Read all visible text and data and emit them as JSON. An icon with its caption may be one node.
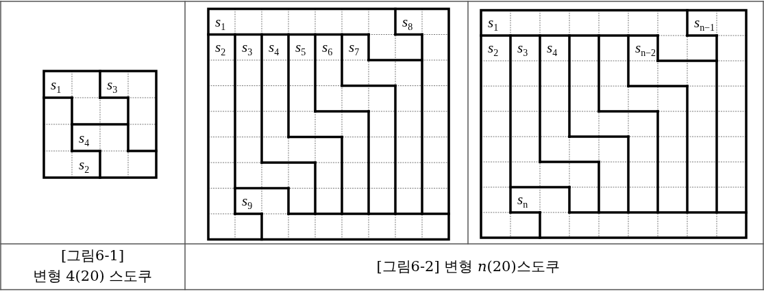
{
  "diagram": {
    "labels": [
      "*s*$_{1}$",
      "*s*$_{3}$",
      "*s*$_{4}$",
      "*s*$_{2}$",
      "*s*$_{1}$",
      "*s*$_{8}$",
      "*s*$_{2}$",
      "*s*$_{3}$",
      "*s*$_{4}$",
      "*s*$_{5}$",
      "*s*$_{6}$",
      "*s*$_{7}$",
      "*s*$_{9}$",
      "*s*$_{1}$",
      "*s*$_{n−1}$",
      "*s*$_{2}$",
      "*s*$_{3}$",
      "*s*$_{4}$",
      "*s*$_{n−2}$",
      "*s*$_{n}$",
      "[그림6-1]",
      "변형 4(20) 스도쿠",
      "[그림6-2] 변형 *n*(20)스도쿠"
    ]
  }
}
